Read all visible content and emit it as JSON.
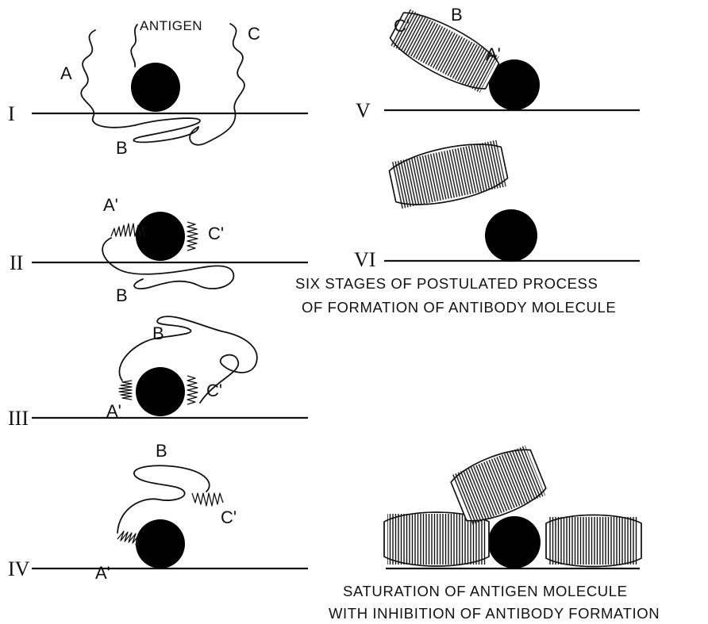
{
  "stages": [
    {
      "numeral": "I",
      "labels": {
        "a": "A",
        "b": "B",
        "c": "C"
      }
    },
    {
      "numeral": "II",
      "labels": {
        "a": "A'",
        "b": "B",
        "c": "C'"
      }
    },
    {
      "numeral": "III",
      "labels": {
        "a": "A'",
        "b": "B",
        "c": "C'"
      }
    },
    {
      "numeral": "IV",
      "labels": {
        "a": "A'",
        "b": "B",
        "c": "C'"
      }
    },
    {
      "numeral": "V",
      "labels": {
        "a": "A'",
        "b": "B",
        "c": "C'"
      }
    },
    {
      "numeral": "VI"
    }
  ],
  "antigen_label": "ANTIGEN",
  "caption_stages": [
    "SIX STAGES OF POSTULATED PROCESS",
    "OF FORMATION OF ANTIBODY MOLECULE"
  ],
  "caption_saturation": [
    "SATURATION OF ANTIGEN MOLECULE",
    "WITH INHIBITION OF ANTIBODY FORMATION"
  ]
}
